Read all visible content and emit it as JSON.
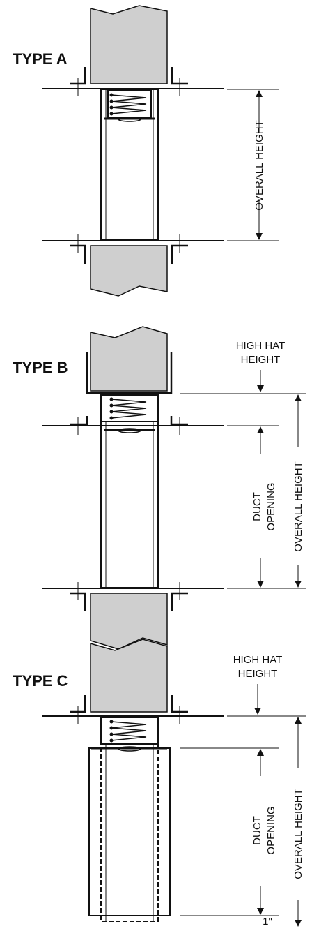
{
  "colors": {
    "wall": "#cfcfcf",
    "stroke": "#111111",
    "background": "#ffffff"
  },
  "types": [
    {
      "title": "TYPE A",
      "overall_height_label": "OVERALL HEIGHT"
    },
    {
      "title": "TYPE B",
      "high_hat_label": [
        "HIGH HAT",
        "HEIGHT"
      ],
      "duct_opening_label": [
        "DUCT",
        "OPENING"
      ],
      "overall_height_label": "OVERALL HEIGHT"
    },
    {
      "title": "TYPE C",
      "high_hat_label": [
        "HIGH HAT",
        "HEIGHT"
      ],
      "duct_opening_label": [
        "DUCT",
        "OPENING"
      ],
      "overall_height_label": "OVERALL HEIGHT",
      "gap_label": "1\""
    }
  ]
}
